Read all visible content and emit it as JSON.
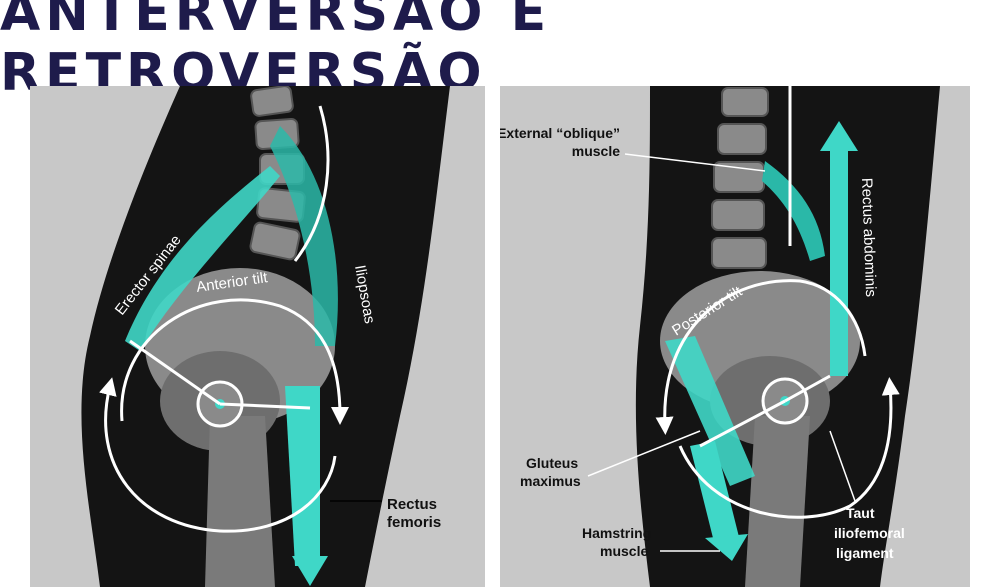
{
  "title": "ANTERVERSÃO E RETROVERSÃO",
  "left_panel": {
    "labels": {
      "erector_spinae": "Erector spinae",
      "anterior_tilt": "Anterior tilt",
      "iliopsoas": "Iliopsoas",
      "rectus_femoris_1": "Rectus",
      "rectus_femoris_2": "femoris"
    }
  },
  "right_panel": {
    "labels": {
      "ext_oblique_1": "External “oblique”",
      "ext_oblique_2": "muscle",
      "rectus_abdominis": "Rectus abdominis",
      "posterior_tilt": "Posterior tilt",
      "gluteus_1": "Gluteus",
      "gluteus_2": "maximus",
      "hamstring_1": "Hamstring",
      "hamstring_2": "muscle",
      "taut_1": "Taut",
      "taut_2": "iliofemoral",
      "taut_3": "ligament"
    }
  },
  "colors": {
    "title": "#1e1b4b",
    "panel_bg": "#c8c8c8",
    "body_dark": "#141414",
    "bone": "#7a7a7a",
    "muscle": "#3fd7c7",
    "arrow": "#ffffff"
  }
}
